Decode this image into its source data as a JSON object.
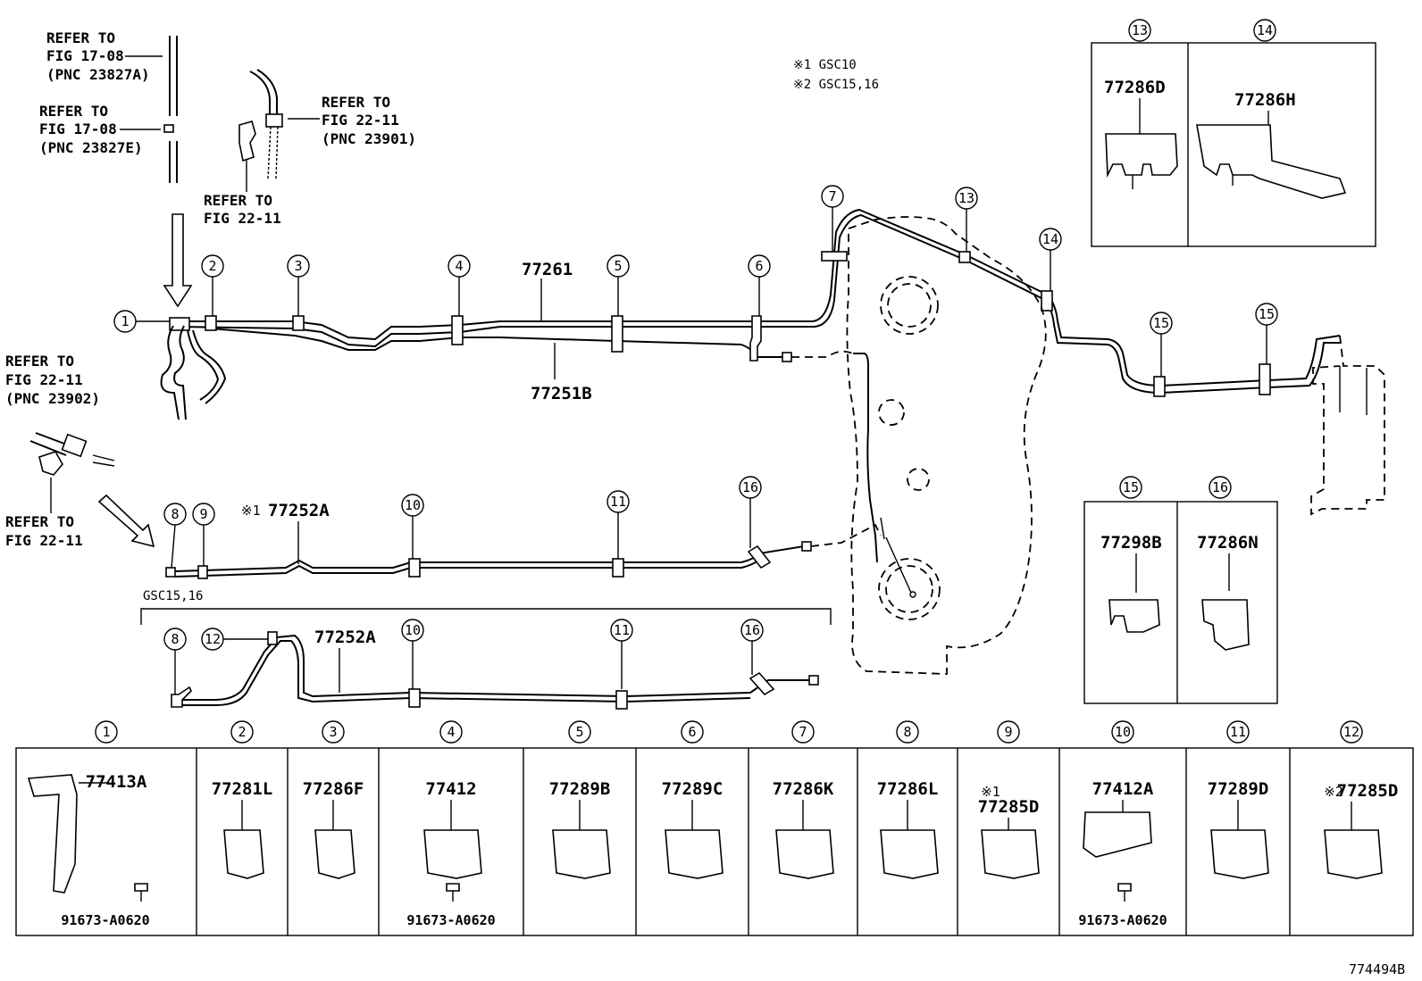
{
  "notes": [
    "※1 GSC10",
    "※2 GSC15,16"
  ],
  "figure_id": "774494B",
  "refs": {
    "r1": [
      "REFER TO",
      "FIG 17-08",
      "(PNC 23827A)"
    ],
    "r2": [
      "REFER TO",
      "FIG 17-08",
      "(PNC 23827E)"
    ],
    "r3": [
      "REFER TO",
      "FIG 22-11",
      "(PNC 23901)"
    ],
    "r4": [
      "REFER TO",
      "FIG 22-11"
    ],
    "r5": [
      "REFER TO",
      "FIG 22-11",
      "(PNC 23902)"
    ],
    "r6": [
      "REFER TO",
      "FIG 22-11"
    ]
  },
  "main_labels": {
    "pipe_upper": "77261",
    "pipe_lower": "77251B",
    "pipe_mid_mark": "※1",
    "pipe_mid": "77252A",
    "variant_label": "GSC15,16",
    "pipe_bottom": "77252A"
  },
  "callout_numbers": [
    "1",
    "2",
    "3",
    "4",
    "5",
    "6",
    "7",
    "8",
    "9",
    "10",
    "11",
    "12",
    "13",
    "14",
    "15",
    "16"
  ],
  "detail_panels": [
    {
      "num": "1",
      "part": "77413A",
      "bolt": "91673-A0620"
    },
    {
      "num": "2",
      "part": "77281L"
    },
    {
      "num": "3",
      "part": "77286F"
    },
    {
      "num": "4",
      "part": "77412",
      "bolt": "91673-A0620"
    },
    {
      "num": "5",
      "part": "77289B"
    },
    {
      "num": "6",
      "part": "77289C"
    },
    {
      "num": "7",
      "part": "77286K"
    },
    {
      "num": "8",
      "part": "77286L"
    },
    {
      "num": "9",
      "mark": "※1",
      "part": "77285D"
    },
    {
      "num": "10",
      "part": "77412A",
      "bolt": "91673-A0620"
    },
    {
      "num": "11",
      "part": "77289D"
    },
    {
      "num": "12",
      "mark": "※2",
      "part": "77285D"
    }
  ],
  "top_panels": [
    {
      "num": "13",
      "part": "77286D"
    },
    {
      "num": "14",
      "part": "77286H"
    }
  ],
  "mid_panels": [
    {
      "num": "15",
      "part": "77298B"
    },
    {
      "num": "16",
      "part": "77286N"
    }
  ]
}
